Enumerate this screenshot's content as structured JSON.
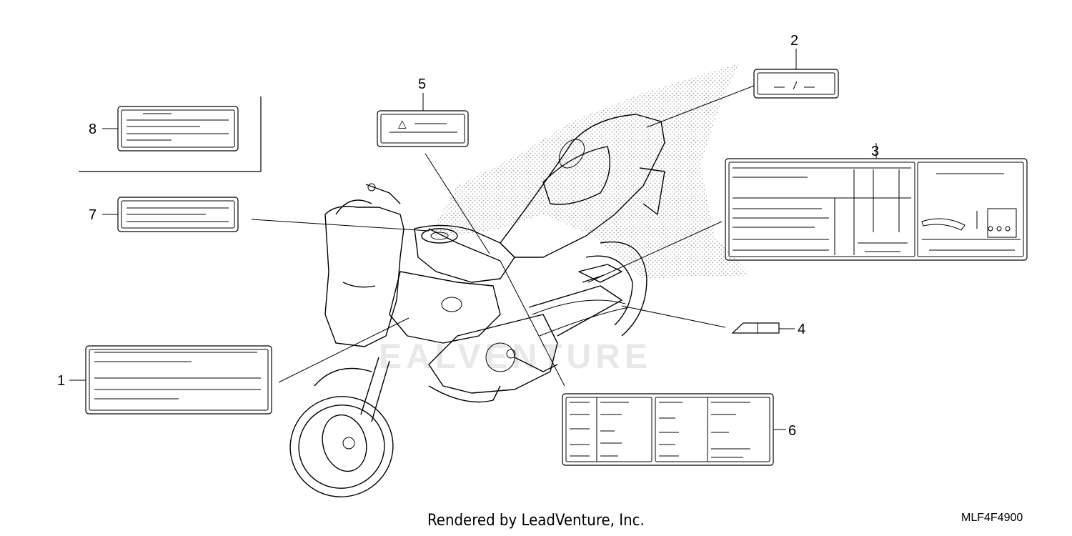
{
  "callouts": [
    {
      "id": "1",
      "label": "1"
    },
    {
      "id": "2",
      "label": "2"
    },
    {
      "id": "3",
      "label": "3"
    },
    {
      "id": "4",
      "label": "4"
    },
    {
      "id": "5",
      "label": "5"
    },
    {
      "id": "6",
      "label": "6"
    },
    {
      "id": "7",
      "label": "7"
    },
    {
      "id": "8",
      "label": "8"
    }
  ],
  "warning_symbol": "△",
  "label2_text": "— / —",
  "footer": {
    "credit": "Rendered by LeadVenture, Inc.",
    "diagram_code": "MLF4F4900"
  },
  "watermark": "EALVENTURE"
}
